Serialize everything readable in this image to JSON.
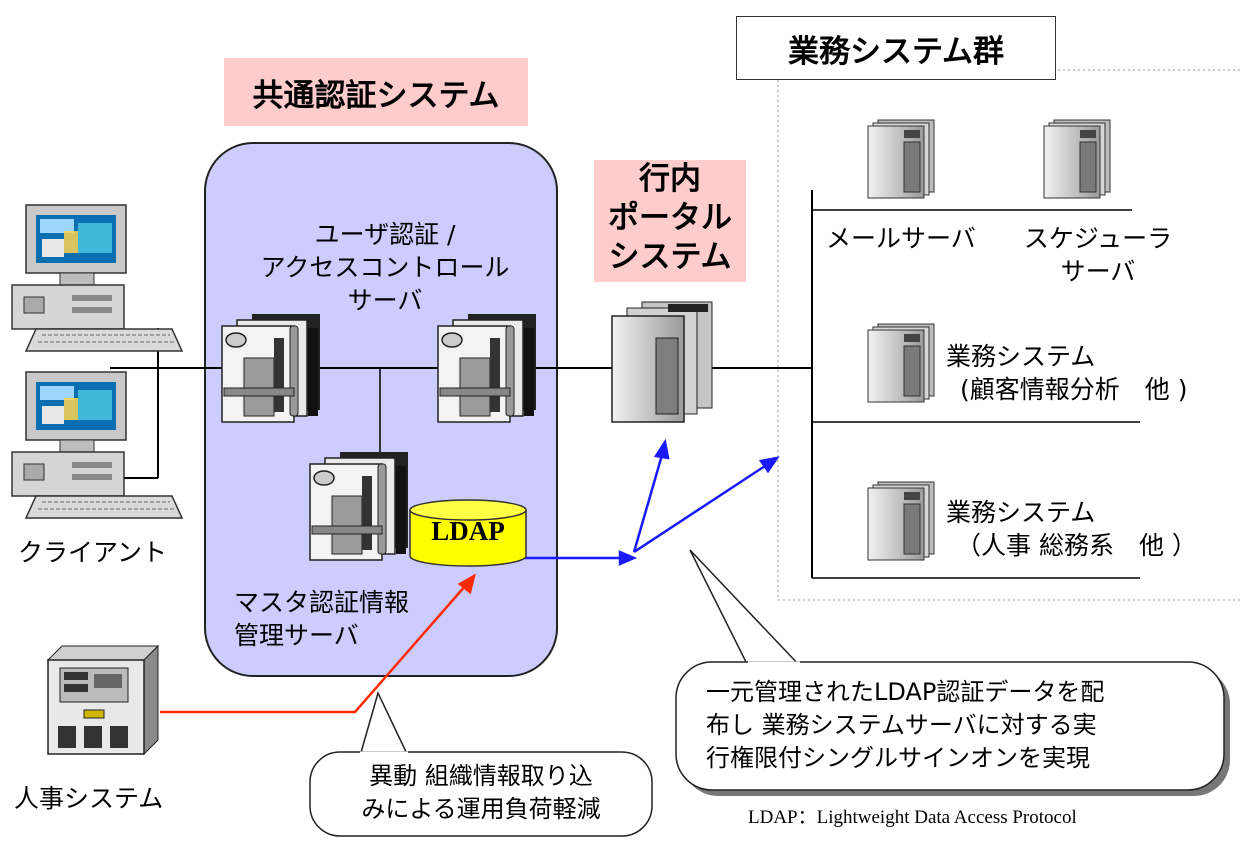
{
  "titles": {
    "common_auth": "共通認証システム",
    "business_group": "業務システム群",
    "portal": [
      "行内",
      "ポータル",
      "システム"
    ]
  },
  "labels": {
    "auth_server": [
      "ユーザ認証 /",
      "アクセスコントロール",
      "サーバ"
    ],
    "master_server": [
      "マスタ認証情報",
      "管理サーバ"
    ],
    "ldap": "LDAP",
    "client": "クライアント",
    "hr_system": "人事システム",
    "mail_server": "メールサーバ",
    "scheduler_server": [
      "スケジューラ",
      "サーバ"
    ],
    "business_system_1": [
      "業務システム",
      "(顧客情報分析　他 )"
    ],
    "business_system_2": [
      "業務システム",
      "（人事 総務系　他 ）"
    ]
  },
  "callouts": {
    "hr_import": [
      "異動 組織情報取り込",
      "みによる運用負荷軽減"
    ],
    "sso": [
      "一元管理されたLDAP認証データを配",
      "布し 業務システムサーバに対する実",
      "行権限付シングルサインオンを実現"
    ]
  },
  "footnote": "LDAP：Lightweight Data Access Protocol",
  "colors": {
    "auth_panel_fill": "#ccccff",
    "title_pink": "#ffcccc",
    "blue_arrow": "#1a1aff",
    "red_arrow": "#ff2a00",
    "ldap_fill": "#ffff00"
  }
}
